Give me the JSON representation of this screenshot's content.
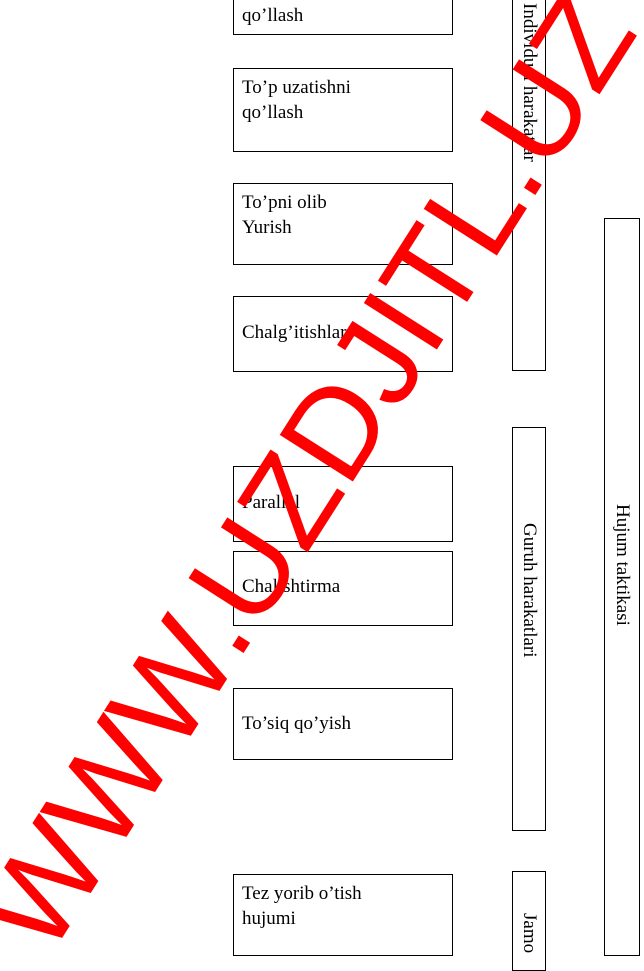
{
  "boxes": [
    "qo’llash",
    "To’p uzatishni\nqo’llash",
    "To’pni olib\nYurish",
    "Chalg’itishlar",
    "Parallel",
    "Chalishtirma",
    "To’siq qo’yish",
    "Tez yorib o’tish\nhujumi"
  ],
  "categories": {
    "individual": "Individual harakatlar",
    "group": "Guruh harakatlari",
    "team": "Jamo",
    "attack": "Hujum taktikasi"
  },
  "watermark": {
    "text": "WWW.UZDJITL.UZ",
    "color": "#ff0000"
  }
}
